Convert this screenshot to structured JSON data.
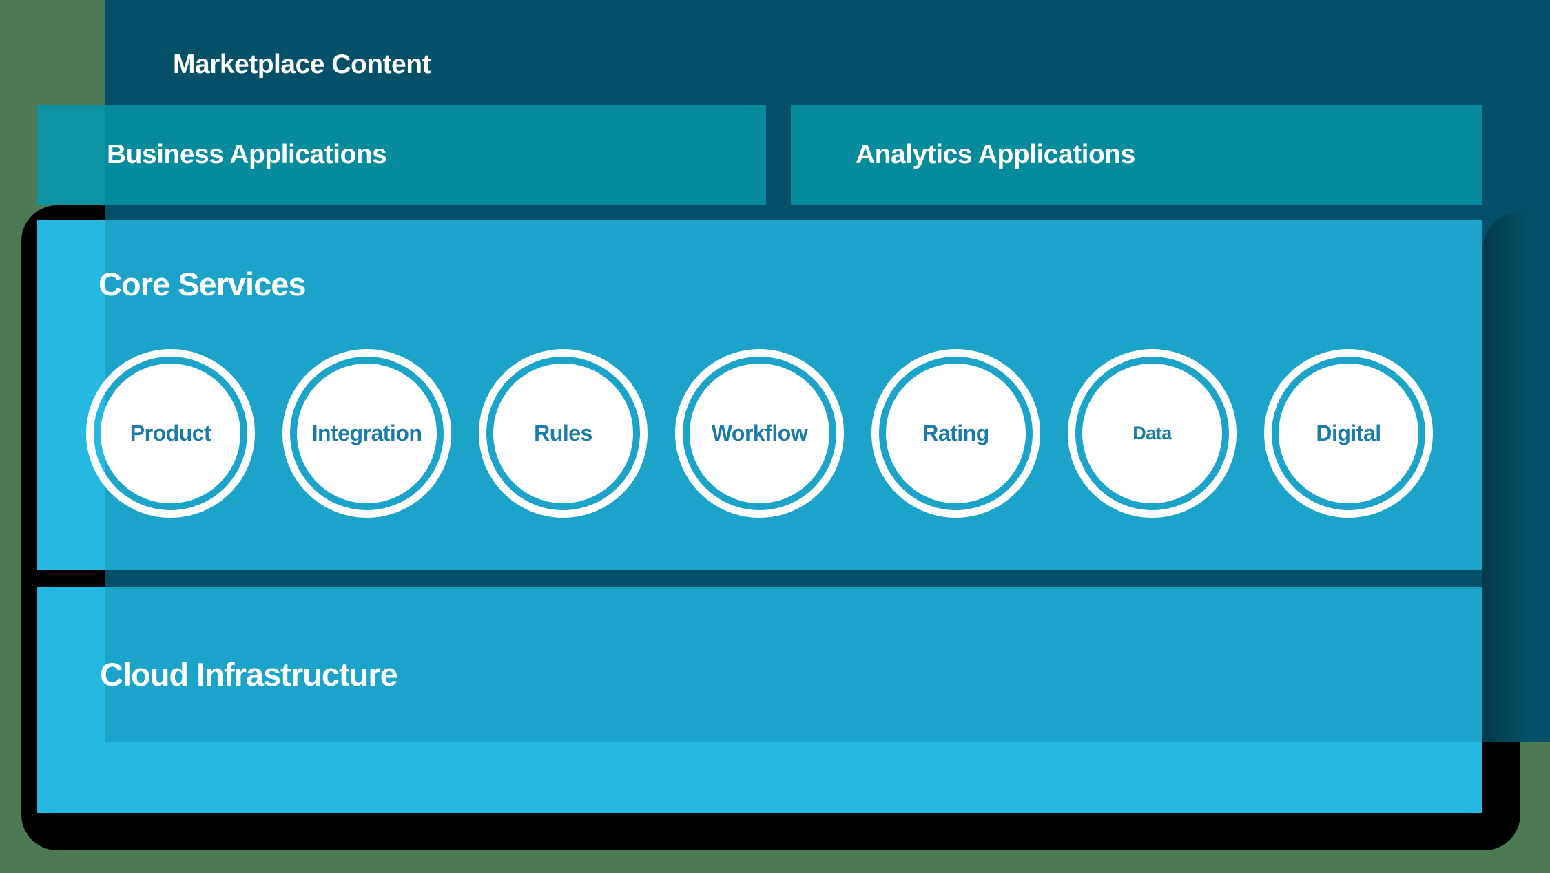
{
  "colors": {
    "background": "#4b7a53",
    "navy": "#055069",
    "teal": "#058b9c",
    "teal-overhang": "#0e93a2",
    "panel-dark": "#1ba3c9",
    "panel-light": "#25b9e2",
    "plate": "#000000",
    "shadow-band": "rgba(0,0,0,0.30)",
    "circle-text": "#1b7ba7",
    "title-text": "#ffffff"
  },
  "marketplace": {
    "title": "Marketplace Content"
  },
  "bars": {
    "business": {
      "label": "Business Applications"
    },
    "analytics": {
      "label": "Analytics Applications"
    }
  },
  "core": {
    "title": "Core Services",
    "services": [
      {
        "label": "Product"
      },
      {
        "label": "Integration"
      },
      {
        "label": "Rules"
      },
      {
        "label": "Workflow"
      },
      {
        "label": "Rating"
      },
      {
        "label": "Data"
      },
      {
        "label": "Digital"
      }
    ]
  },
  "cloud": {
    "title": "Cloud Infrastructure"
  }
}
